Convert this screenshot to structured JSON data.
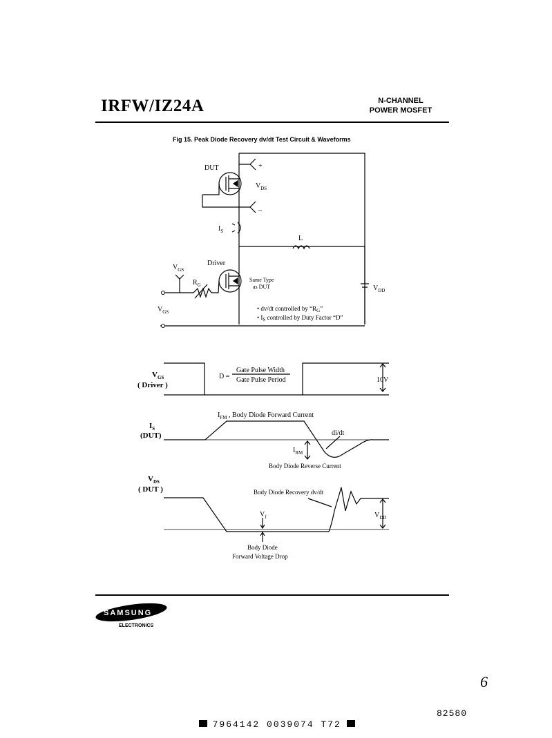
{
  "header": {
    "product": "IRFW/IZ24A",
    "device_type_line1": "N-CHANNEL",
    "device_type_line2": "POWER MOSFET"
  },
  "figure": {
    "caption": "Fig 15.  Peak Diode Recovery dv/dt Test Circuit  &  Waveforms"
  },
  "circuit": {
    "dut": "DUT",
    "plus": "+",
    "minus": "–",
    "vds_main": "V",
    "vds_sub": "DS",
    "is_main": "I",
    "is_sub": "S",
    "inductor": "L",
    "driver": "Driver",
    "vgs_main": "V",
    "vgs_sub": "GS",
    "rg_main": "R",
    "rg_sub": "G",
    "same_type_1": "Same Type",
    "same_type_2": "as DUT",
    "vdd_main": "V",
    "vdd_sub": "DD",
    "note1_a": "• dv/dt controlled by “R",
    "note1_sub": "G",
    "note1_b": "”",
    "note2_a": "• I",
    "note2_sub": "S",
    "note2_b": " controlled by Duty Factor “D”"
  },
  "waveforms": {
    "vgs_main": "V",
    "vgs_sub": "GS",
    "vgs_driver": "( Driver )",
    "d_label": "D =",
    "d_num": "Gate Pulse Width",
    "d_den": "Gate Pulse Period",
    "ten_v": "10V",
    "is_main": "I",
    "is_sub": "S",
    "is_dut": "(DUT)",
    "ifm_main": "I",
    "ifm_sub": "FM",
    "ifm_text": " , Body Diode Forward Current",
    "didt": "di/dt",
    "irm_main": "I",
    "irm_sub": "RM",
    "reverse_current": "Body Diode Reverse Current",
    "vds_main": "V",
    "vds_sub": "DS",
    "vds_dut": "( DUT )",
    "recovery": "Body Diode Recovery dv/dt",
    "vf_main": "V",
    "vf_sub": "f",
    "vdd_main": "V",
    "vdd_sub": "DD",
    "body_diode": "Body Diode",
    "fwd_drop": "Forward Voltage Drop"
  },
  "footer": {
    "brand": "SAMSUNG",
    "division": "ELECTRONICS",
    "barcode_text": "7964142 0039074 T72",
    "page_number": "6",
    "doc_code": "82580"
  }
}
